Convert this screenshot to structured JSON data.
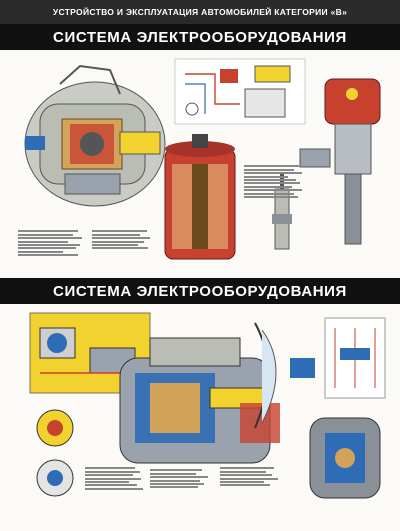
{
  "header": {
    "subtitle": "УСТРОЙСТВО И ЭКСПЛУАТАЦИЯ АВТОМОБИЛЕЙ КАТЕГОРИИ «В»"
  },
  "sections": [
    {
      "title": "СИСТЕМА ЭЛЕКТРООБОРУДОВАНИЯ"
    },
    {
      "title": "СИСТЕМА ЭЛЕКТРООБОРУДОВАНИЯ"
    }
  ],
  "colors": {
    "background": "#f4f1ea",
    "header_bar": "#2b2b2b",
    "title_bar": "#111111",
    "accent_red": "#c8412f",
    "accent_yellow": "#f2d22e",
    "accent_blue": "#2e6db5",
    "steel_gray": "#9aa3ad"
  }
}
